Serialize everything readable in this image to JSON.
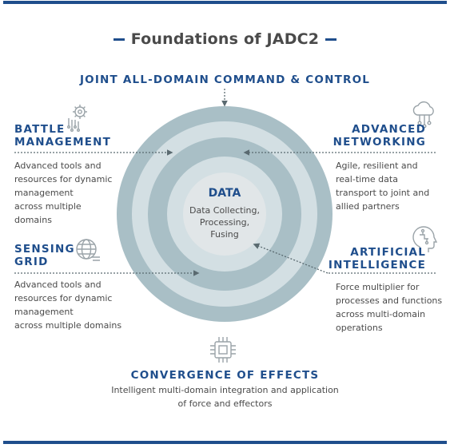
{
  "title": "Foundations of JADC2",
  "jadc": {
    "heading": "JOINT ALL-DOMAIN COMMAND & CONTROL"
  },
  "battle_management": {
    "heading_line1": "BATTLE",
    "heading_line2": "MANAGEMENT",
    "body": [
      "Advanced tools and",
      "resources for dynamic",
      "management",
      "across multiple",
      "domains"
    ]
  },
  "sensing_grid": {
    "heading_line1": "SENSING",
    "heading_line2": "GRID",
    "body": [
      "Advanced tools and",
      "resources for dynamic",
      "management",
      "across multiple domains"
    ]
  },
  "advanced_networking": {
    "heading_line1": "ADVANCED",
    "heading_line2": "NETWORKING",
    "body": [
      "Agile, resilient and",
      "real-time data",
      "transport to joint and",
      "allied partners"
    ]
  },
  "artificial_intelligence": {
    "heading_line1": "ARTIFICIAL",
    "heading_line2": "INTELLIGENCE",
    "body": [
      "Force multiplier for",
      "processes and functions",
      "across multi-domain",
      "operations"
    ]
  },
  "convergence": {
    "heading": "CONVERGENCE OF EFFECTS",
    "body": [
      "Intelligent multi-domain integration and application",
      "of force and effectors"
    ]
  },
  "center": {
    "title": "DATA",
    "body": [
      "Data Collecting,",
      "Processing,",
      "Fusing"
    ]
  },
  "colors": {
    "brand_blue": "#1f4e8c",
    "ring_dark": "#a9bfc6",
    "ring_light": "#d3dfe3",
    "core": "#e1e6e8",
    "text_gray": "#4a4a4a",
    "icon_gray": "#9aa3a8"
  },
  "icons": {
    "battle_management": "circuit-gear-icon",
    "sensing_grid": "globe-grid-icon",
    "advanced_networking": "cloud-network-icon",
    "artificial_intelligence": "ai-head-icon",
    "convergence": "microchip-icon"
  }
}
